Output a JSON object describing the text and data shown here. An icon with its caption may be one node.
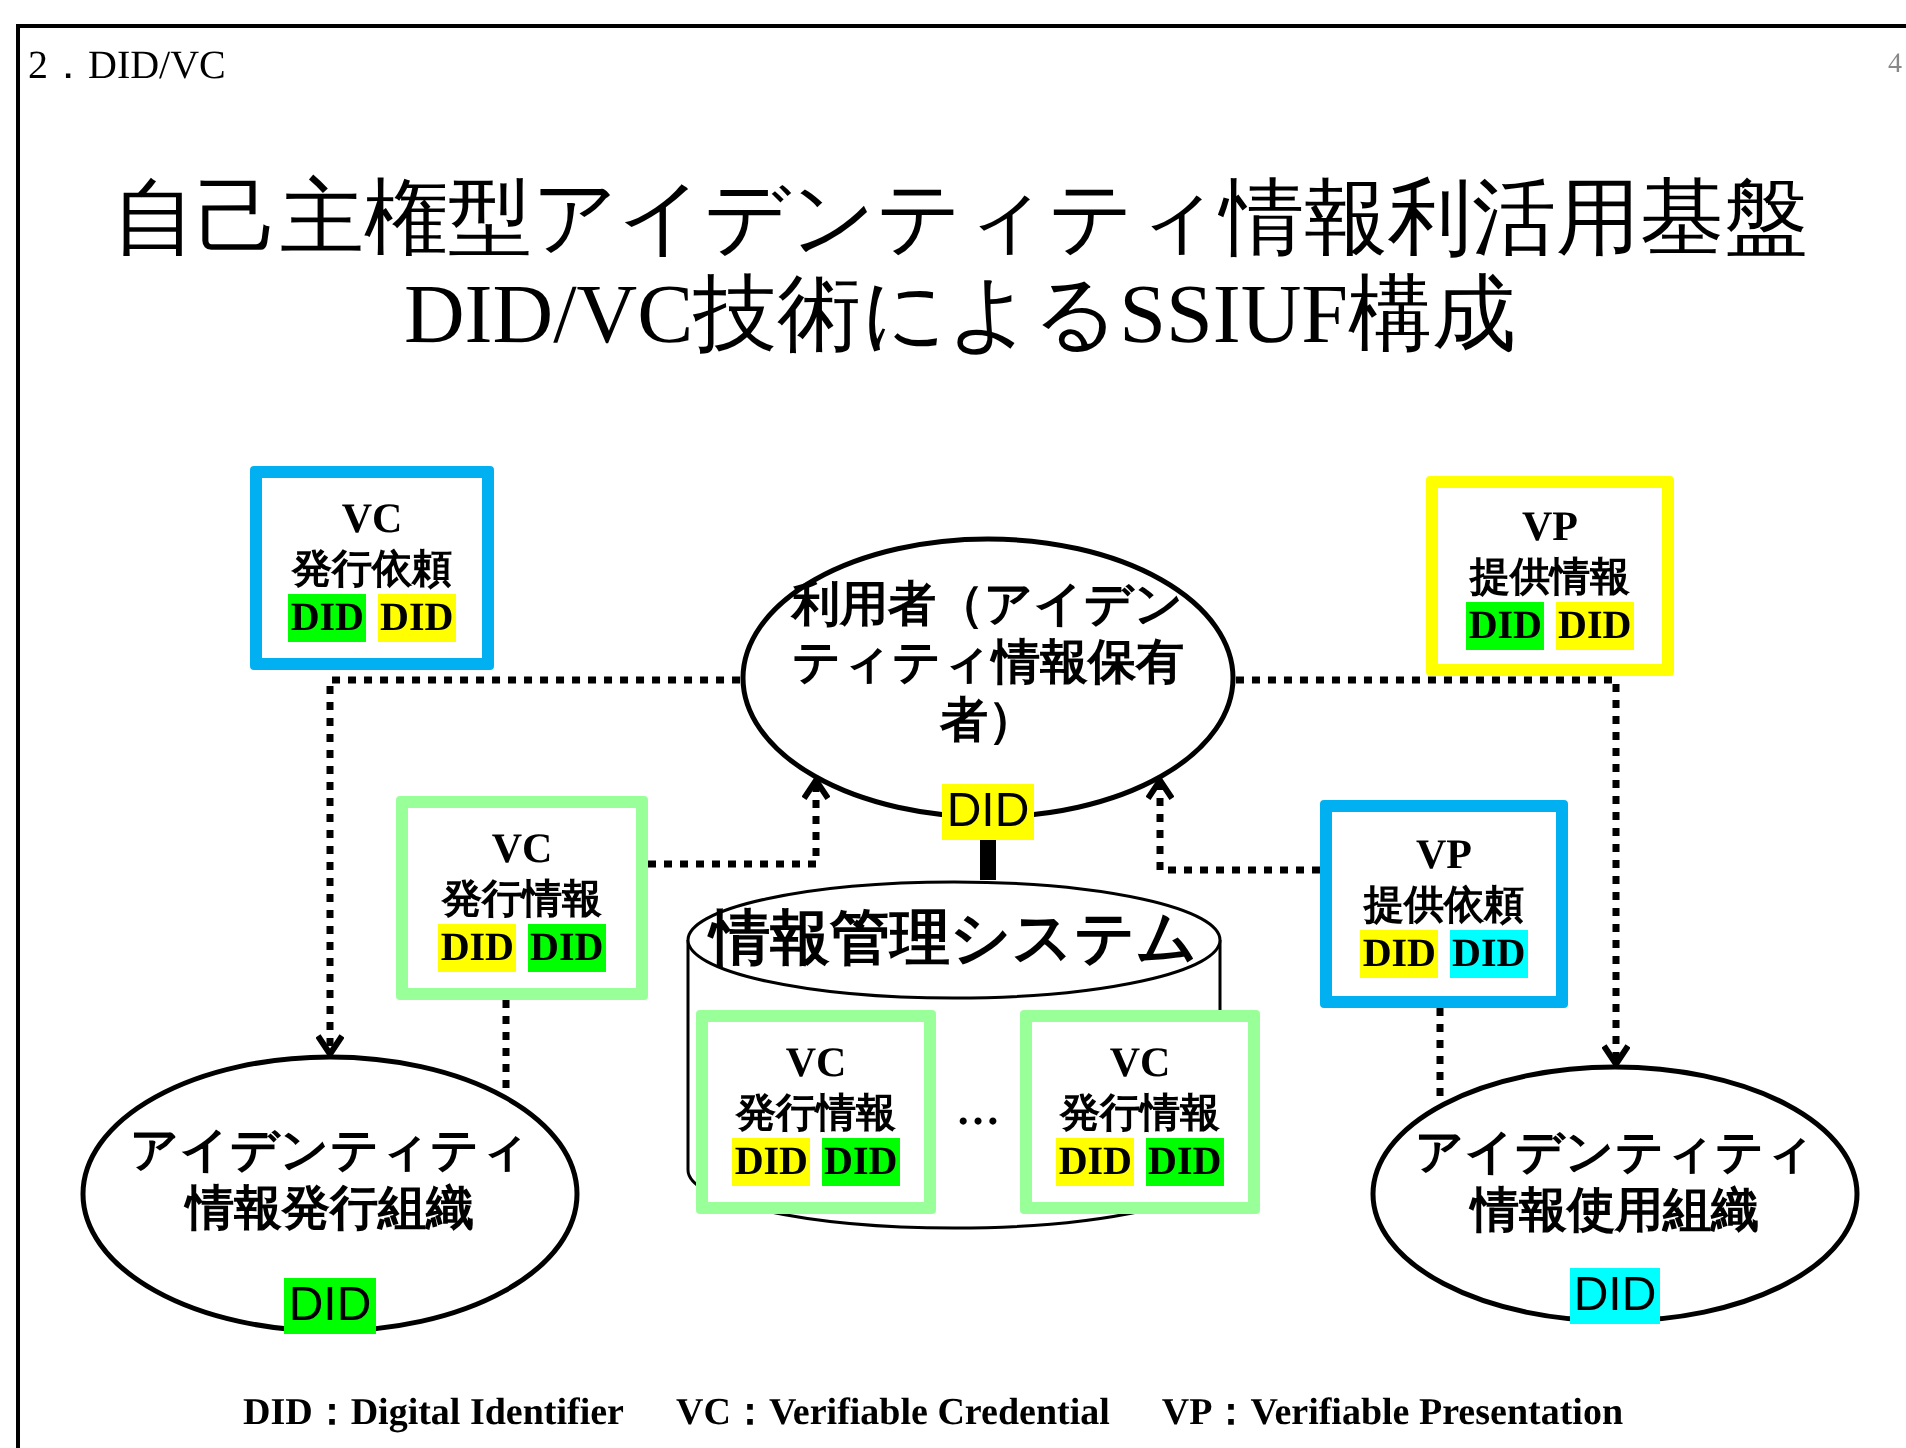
{
  "diagram": {
    "title": "自己主権型アイデンティティ情報利活用基盤 DID/VC技術によるSSIUF構成",
    "nodes": [
      {
        "text": [
          "VC",
          "発行依頼",
          "DID",
          "DID"
        ]
      },
      {
        "text": [
          "利用者（アイデンティティ情報保有者）",
          "DID"
        ]
      },
      {
        "text": [
          "VP",
          "提供情報",
          "DID",
          "DID"
        ]
      },
      {
        "text": [
          "VC",
          "発行情報",
          "DID",
          "DID"
        ]
      },
      {
        "text": [
          "情報管理システム"
        ]
      },
      {
        "text": [
          "VC",
          "発行情報",
          "DID",
          "DID"
        ],
        "in": 4
      },
      {
        "text": [
          "VC",
          "発行情報",
          "DID",
          "DID"
        ],
        "in": 4
      },
      {
        "text": [
          "VP",
          "提供依頼",
          "DID",
          "DID"
        ]
      },
      {
        "text": [
          "アイデンティティ情報発行組織",
          "DID"
        ]
      },
      {
        "text": [
          "アイデンティティ情報使用組織",
          "DID"
        ]
      }
    ],
    "edges": [
      {
        "from": 1,
        "to": 8,
        "arrow": "to",
        "style": "dashed"
      },
      {
        "from": 1,
        "to": 9,
        "arrow": "to",
        "style": "dashed"
      },
      {
        "from": 3,
        "to": 1,
        "arrow": "to",
        "style": "dashed"
      },
      {
        "from": 3,
        "to": 8,
        "arrow": "none",
        "style": "dashed"
      },
      {
        "from": 7,
        "to": 1,
        "arrow": "to",
        "style": "dashed"
      },
      {
        "from": 7,
        "to": 9,
        "arrow": "none",
        "style": "dashed"
      },
      {
        "from": 1,
        "to": 4,
        "arrow": "none",
        "style": "thick"
      }
    ],
    "labels": [
      "2．DID/VC",
      "4",
      "…",
      "DID：Digital Identifier",
      "VC：Verifiable Credential",
      "VP：Verifiable Presentation"
    ]
  }
}
